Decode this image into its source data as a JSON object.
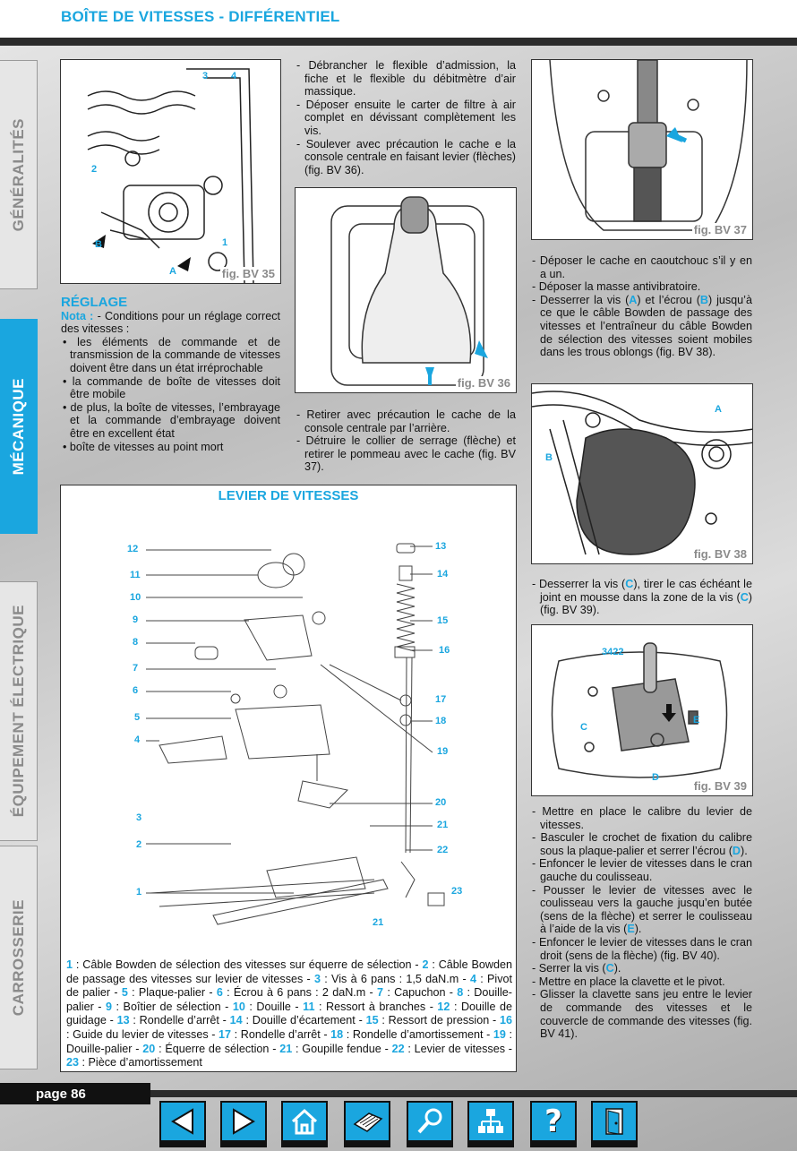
{
  "header": {
    "title": "BOÎTE DE VITESSES - DIFFÉRENTIEL"
  },
  "sidebar": {
    "tabs": [
      {
        "label": "GÉNÉRALITÉS",
        "active": false
      },
      {
        "label": "MÉCANIQUE",
        "active": true
      },
      {
        "label": "ÉQUIPEMENT ÉLECTRIQUE",
        "active": false
      },
      {
        "label": "CARROSSERIE",
        "active": false
      }
    ]
  },
  "fig35": {
    "label": "fig. BV 35",
    "callouts": [
      "3",
      "4",
      "2",
      "B",
      "1",
      "A"
    ]
  },
  "fig36": {
    "label": "fig. BV 36"
  },
  "fig37": {
    "label": "fig. BV 37"
  },
  "fig38": {
    "label": "fig. BV 38",
    "callouts": [
      "A",
      "B"
    ]
  },
  "fig39": {
    "label": "fig. BV 39",
    "callouts": [
      "3422",
      "C",
      "E",
      "D"
    ]
  },
  "col1": {
    "heading": "RÉGLAGE",
    "nota_label": "Nota :",
    "nota_text": " - Conditions pour un réglage correct des vitesses :",
    "bullets": [
      "les éléments de commande et de transmission de la commande de vitesses doivent être dans un état irréprochable",
      "la commande de boîte de vitesses doit être mobile",
      "de plus, la boîte de vitesses, l’embrayage et la commande d’embrayage doivent être en excellent état",
      "boîte de vitesses au point mort"
    ]
  },
  "col2": {
    "items_top": [
      "Débrancher le flexible d’admission, la fiche et le flexible du débitmètre d’air massique.",
      "Déposer ensuite le carter de filtre à air complet en dévissant complètement les vis.",
      "Soulever avec précaution le cache e la console centrale en faisant levier (flèches) (fig. BV 36)."
    ],
    "items_bottom": [
      "Retirer avec précaution le cache de la console centrale par l’arrière.",
      "Détruire le collier de serrage (flèche) et retirer le pommeau avec le cache (fig. BV 37)."
    ]
  },
  "col3": {
    "items_a": [
      "Déposer le cache en caoutchouc s’il y en a un.",
      "Déposer la masse antivibratoire."
    ],
    "item_a3": {
      "p1": "Desserrer la vis (",
      "a": "A",
      "p2": ") et l’écrou (",
      "b": "B",
      "p3": ") jusqu’à ce que le câble Bowden de passage des vitesses et l’entraîneur du câble Bowden de sélection des vitesses soient mobiles dans les trous oblongs (fig. BV 38)."
    },
    "item_b": {
      "p1": "Desserrer la vis (",
      "c": "C",
      "p2": "), tirer le cas échéant le joint en mousse dans la zone de la vis (",
      "c2": "C",
      "p3": ") (fig. BV 39)."
    },
    "items_c": [
      {
        "pre": "Mettre en place le calibre du levier de vitesses.",
        "key": "",
        "post": ""
      },
      {
        "pre": "Basculer le crochet de fixation du calibre sous la plaque-palier et serrer l’écrou (",
        "key": "D",
        "post": ")."
      },
      {
        "pre": "Enfoncer le levier de vitesses dans le cran gauche du coulisseau.",
        "key": "",
        "post": ""
      },
      {
        "pre": "Pousser le levier de vitesses avec le coulisseau vers la gauche jusqu’en butée (sens de la flèche) et serrer le coulisseau à l’aide de la vis (",
        "key": "E",
        "post": ")."
      },
      {
        "pre": "Enfoncer le levier de vitesses dans le cran droit (sens de la flèche) (fig. BV 40).",
        "key": "",
        "post": ""
      },
      {
        "pre": "Serrer la vis (",
        "key": "C",
        "post": ")."
      },
      {
        "pre": "Mettre en place la clavette et le pivot.",
        "key": "",
        "post": ""
      },
      {
        "pre": "Glisser la clavette sans jeu entre le levier de commande des vitesses et le couvercle de commande des vitesses (fig. BV 41).",
        "key": "",
        "post": ""
      }
    ]
  },
  "parts": {
    "title": "LEVIER DE VITESSES",
    "numbers_left": [
      "12",
      "11",
      "10",
      "9",
      "8",
      "7",
      "6",
      "5",
      "4",
      "3",
      "2",
      "1"
    ],
    "numbers_right": [
      "13",
      "14",
      "15",
      "16",
      "17",
      "18",
      "19",
      "20",
      "21",
      "22",
      "23",
      "21"
    ],
    "legend": [
      {
        "n": "1",
        "t": " : Câble Bowden de sélection des vitesses sur équerre de sélection - "
      },
      {
        "n": "2",
        "t": " : Câble Bowden de passage des vitesses sur levier de vitesses - "
      },
      {
        "n": "3",
        "t": " : Vis à 6 pans : 1,5 daN.m - "
      },
      {
        "n": "4",
        "t": " : Pivot de palier - "
      },
      {
        "n": "5",
        "t": " : Plaque-palier - "
      },
      {
        "n": "6",
        "t": " : Écrou à 6 pans : 2 daN.m - "
      },
      {
        "n": "7",
        "t": " : Capuchon - "
      },
      {
        "n": "8",
        "t": " : Douille-palier - "
      },
      {
        "n": "9",
        "t": " : Boîtier de sélection - "
      },
      {
        "n": "10",
        "t": " : Douille - "
      },
      {
        "n": "11",
        "t": " : Ressort à branches - "
      },
      {
        "n": "12",
        "t": " : Douille de guidage - "
      },
      {
        "n": "13",
        "t": " : Rondelle d’arrêt - "
      },
      {
        "n": "14",
        "t": " : Douille d’écartement - "
      },
      {
        "n": "15",
        "t": " : Ressort de pression - "
      },
      {
        "n": "16",
        "t": " : Guide du levier de vitesses - "
      },
      {
        "n": "17",
        "t": " : Rondelle d’arrêt - "
      },
      {
        "n": "18",
        "t": " : Rondelle d’amortissement - "
      },
      {
        "n": "19",
        "t": " : Douille-palier - "
      },
      {
        "n": "20",
        "t": " : Équerre de sélection - "
      },
      {
        "n": "21",
        "t": " : Goupille fendue - "
      },
      {
        "n": "22",
        "t": " : Levier de vitesses - "
      },
      {
        "n": "23",
        "t": " : Pièce d’amortissement"
      }
    ]
  },
  "footer": {
    "page": "page 86",
    "nav": [
      "previous-icon",
      "next-icon",
      "home-icon",
      "print-icon",
      "search-icon",
      "sitemap-icon",
      "help-icon",
      "exit-icon"
    ]
  },
  "colors": {
    "accent": "#1aa6df",
    "dark": "#2b2b2b"
  }
}
